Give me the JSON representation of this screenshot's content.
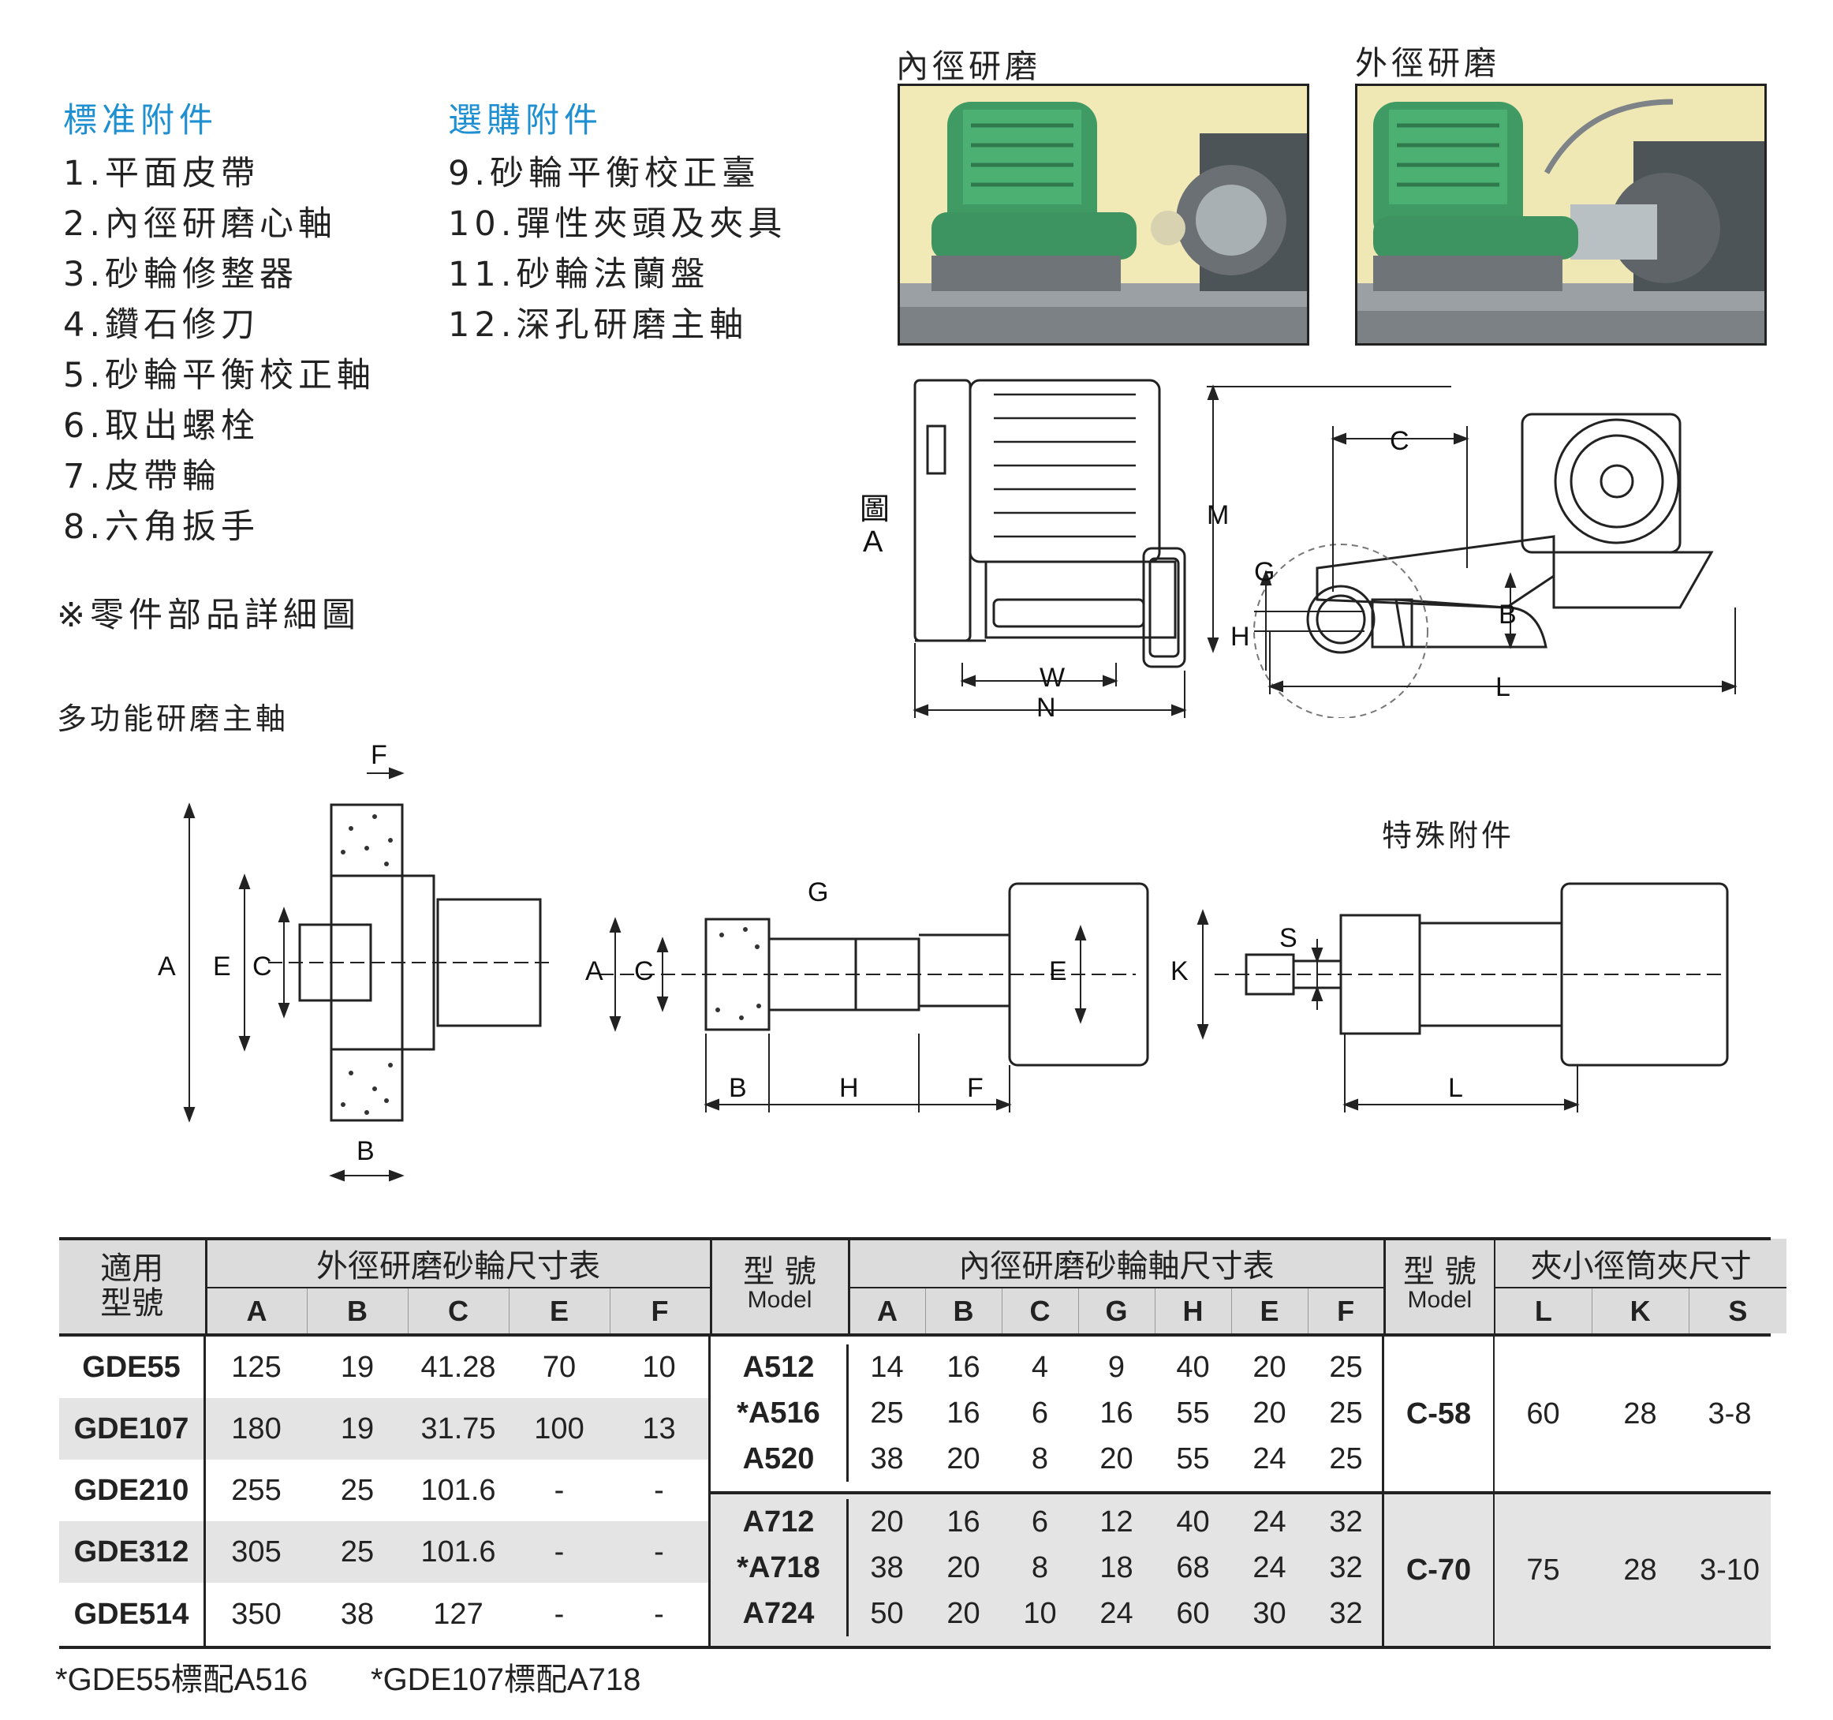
{
  "standard_accessories": {
    "heading": "標准附件",
    "items": [
      "1.平面皮帶",
      "2.內徑研磨心軸",
      "3.砂輪修整器",
      "4.鑽石修刀",
      "5.砂輪平衡校正軸",
      "6.取出螺栓",
      "7.皮帶輪",
      "8.六角扳手"
    ]
  },
  "optional_accessories": {
    "heading": "選購附件",
    "items": [
      "9.砂輪平衡校正臺",
      "10.彈性夾頭及夾具",
      "11.砂輪法蘭盤",
      "12.深孔研磨主軸"
    ]
  },
  "parts_note": "※零件部品詳細圖",
  "multi_spindle_title": "多功能研磨主軸",
  "special_title": "特殊附件",
  "photos": {
    "internal_caption": "內徑研磨",
    "external_caption": "外徑研磨"
  },
  "figure_a_label": [
    "圖",
    "A"
  ],
  "dim_labels": {
    "top_w": "W",
    "top_n": "N",
    "side_m": "M",
    "side_c": "C",
    "side_g": "G",
    "side_h": "H",
    "side_b": "B",
    "side_l": "L",
    "ext_f": "F",
    "ext_a": "A",
    "ext_e": "E",
    "ext_c": "C",
    "ext_b": "B",
    "int_g": "G",
    "int_a": "A",
    "int_c": "C",
    "int_e": "E",
    "int_b": "B",
    "int_h": "H",
    "int_f": "F",
    "sp_s": "S",
    "sp_k": "K",
    "sp_l": "L"
  },
  "table1": {
    "model_header": [
      "適用",
      "型號"
    ],
    "title": "外徑研磨砂輪尺寸表",
    "cols": [
      "A",
      "B",
      "C",
      "E",
      "F"
    ],
    "rows": [
      {
        "model": "GDE55",
        "vals": [
          "125",
          "19",
          "41.28",
          "70",
          "10"
        ]
      },
      {
        "model": "GDE107",
        "vals": [
          "180",
          "19",
          "31.75",
          "100",
          "13"
        ]
      },
      {
        "model": "GDE210",
        "vals": [
          "255",
          "25",
          "101.6",
          "-",
          "-"
        ]
      },
      {
        "model": "GDE312",
        "vals": [
          "305",
          "25",
          "101.6",
          "-",
          "-"
        ]
      },
      {
        "model": "GDE514",
        "vals": [
          "350",
          "38",
          "127",
          "-",
          "-"
        ]
      }
    ]
  },
  "table2": {
    "model_header": [
      "型 號",
      "Model"
    ],
    "title": "內徑研磨砂輪軸尺寸表",
    "cols": [
      "A",
      "B",
      "C",
      "G",
      "H",
      "E",
      "F"
    ],
    "rows": [
      {
        "model": "A512",
        "vals": [
          "14",
          "16",
          "4",
          "9",
          "40",
          "20",
          "25"
        ]
      },
      {
        "model": "*A516",
        "vals": [
          "25",
          "16",
          "6",
          "16",
          "55",
          "20",
          "25"
        ]
      },
      {
        "model": "A520",
        "vals": [
          "38",
          "20",
          "8",
          "20",
          "55",
          "24",
          "25"
        ]
      },
      {
        "model": "A712",
        "vals": [
          "20",
          "16",
          "6",
          "12",
          "40",
          "24",
          "32"
        ]
      },
      {
        "model": "*A718",
        "vals": [
          "38",
          "20",
          "8",
          "18",
          "68",
          "24",
          "32"
        ]
      },
      {
        "model": "A724",
        "vals": [
          "50",
          "20",
          "10",
          "24",
          "60",
          "30",
          "32"
        ]
      }
    ]
  },
  "table3": {
    "model_header": [
      "型 號",
      "Model"
    ],
    "title": "夾小徑筒夾尺寸",
    "cols": [
      "L",
      "K",
      "S"
    ],
    "rows": [
      {
        "model": "C-58",
        "vals": [
          "60",
          "28",
          "3-8"
        ]
      },
      {
        "model": "C-70",
        "vals": [
          "75",
          "28",
          "3-10"
        ]
      }
    ]
  },
  "footnotes": [
    "*GDE55標配A516",
    "*GDE107標配A718"
  ]
}
